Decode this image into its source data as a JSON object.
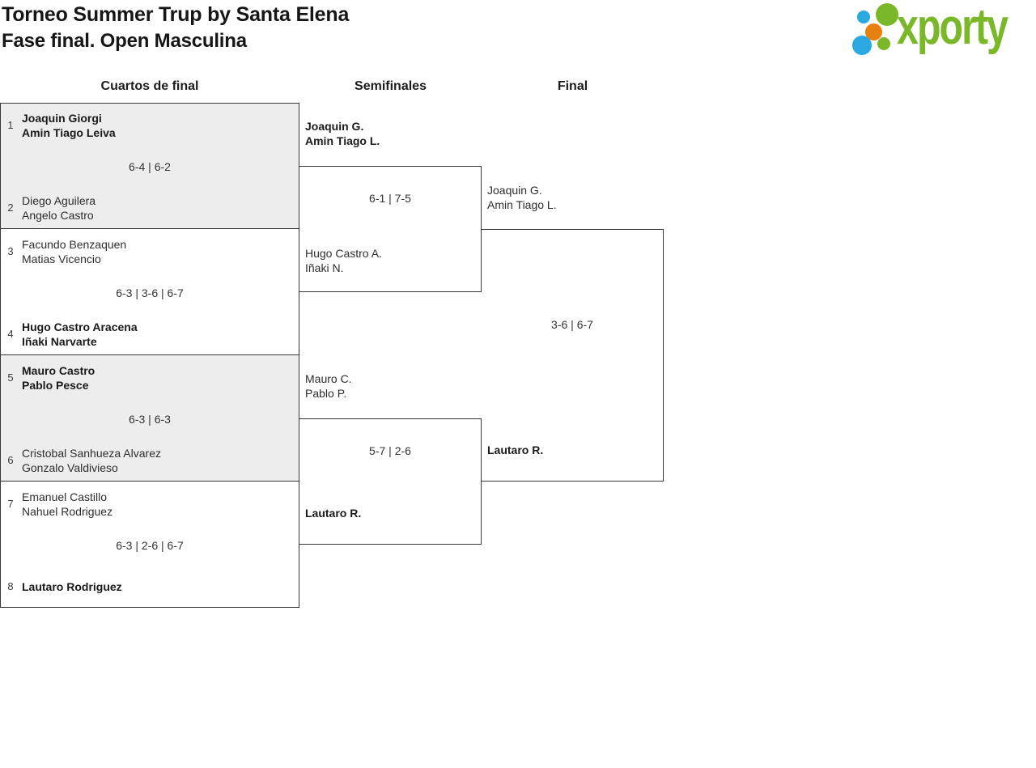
{
  "header": {
    "title_line1": "Torneo Summer Trup by Santa Elena",
    "title_line2": "Fase final. Open Masculina",
    "logo_text": "xporty"
  },
  "round_labels": [
    "Cuartos de final",
    "Semifinales",
    "Final"
  ],
  "quarterfinals": [
    {
      "seed_top": "1",
      "team_top": [
        "Joaquin Giorgi",
        "Amin Tiago Leiva"
      ],
      "score": "6-4 | 6-2",
      "seed_bottom": "2",
      "team_bottom": [
        "Diego Aguilera",
        "Angelo Castro"
      ],
      "winner": "top"
    },
    {
      "seed_top": "3",
      "team_top": [
        "Facundo Benzaquen",
        "Matias Vicencio"
      ],
      "score": "6-3 | 3-6 | 6-7",
      "seed_bottom": "4",
      "team_bottom": [
        "Hugo Castro Aracena",
        "Iñaki Narvarte"
      ],
      "winner": "bottom"
    },
    {
      "seed_top": "5",
      "team_top": [
        "Mauro Castro",
        "Pablo Pesce"
      ],
      "score": "6-3 | 6-3",
      "seed_bottom": "6",
      "team_bottom": [
        "Cristobal Sanhueza Alvarez",
        "Gonzalo Valdivieso"
      ],
      "winner": "top"
    },
    {
      "seed_top": "7",
      "team_top": [
        "Emanuel Castillo",
        "Nahuel Rodriguez"
      ],
      "score": "6-3 | 2-6 | 6-7",
      "seed_bottom": "8",
      "team_bottom": [
        "Lautaro Rodriguez"
      ],
      "winner": "bottom"
    }
  ],
  "semifinals": [
    {
      "team_top": [
        "Joaquin G.",
        "Amin Tiago L."
      ],
      "score": "6-1 | 7-5",
      "team_bottom": [
        "Hugo Castro A.",
        "Iñaki N."
      ],
      "winner": "top"
    },
    {
      "team_top": [
        "Mauro C.",
        "Pablo P."
      ],
      "score": "5-7 | 2-6",
      "team_bottom": [
        "Lautaro R."
      ],
      "winner": "bottom"
    }
  ],
  "final": {
    "team_top": [
      "Joaquin G.",
      "Amin Tiago L."
    ],
    "score": "3-6 | 6-7",
    "team_bottom": [
      "Lautaro R."
    ],
    "winner": "bottom"
  },
  "colors": {
    "logo_green": "#7ab829",
    "logo_blue": "#29a9e0",
    "logo_orange": "#e8800f",
    "box_fill_gray": "#ededed",
    "border": "#373737"
  }
}
